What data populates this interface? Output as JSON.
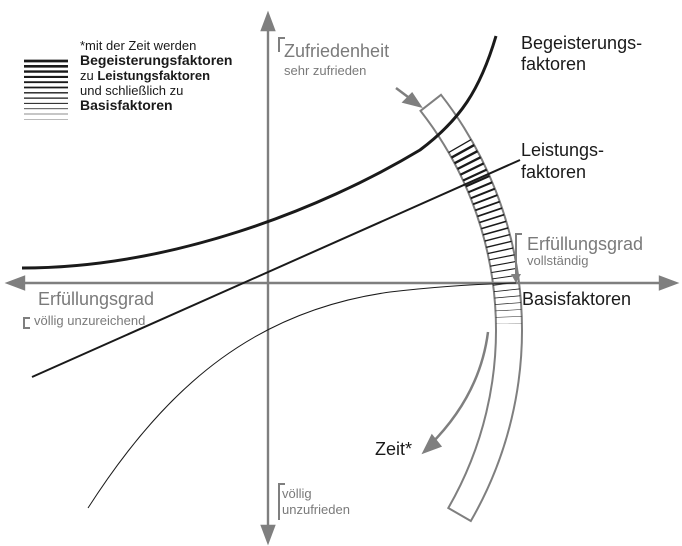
{
  "legend": {
    "line1": "*mit der Zeit werden",
    "line2": "Begeisterungsfaktoren",
    "line3_prefix": "zu ",
    "line3_bold": "Leistungsfaktoren",
    "line4": "und schließlich zu",
    "line5": "Basisfaktoren"
  },
  "axes": {
    "y_top_label": "Zufriedenheit",
    "y_top_sub": "sehr zufrieden",
    "y_bottom_label_1": "völlig",
    "y_bottom_label_2": "unzufrieden",
    "x_left_label": "Erfüllungsgrad",
    "x_left_sub": "völlig unzureichend",
    "x_right_label": "Erfüllungsgrad",
    "x_right_sub": "vollständig"
  },
  "curves": {
    "begeisterung_1": "Begeisterungs-",
    "begeisterung_2": "faktoren",
    "leistung_1": "Leistungs-",
    "leistung_2": "faktoren",
    "basis": "Basisfaktoren"
  },
  "time_label": "Zeit*",
  "colors": {
    "axis": "#7f7f7f",
    "curve": "#1a1a1a"
  }
}
